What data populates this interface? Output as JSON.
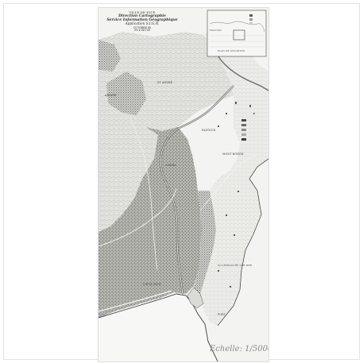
{
  "title_block": {
    "city": "VILLE DE NICE",
    "line1": "Direction Cartographie",
    "line2": "Service Information Géographique",
    "line3": "Application S.I.G.N.",
    "line4": "OCTOBRE 88",
    "line5": "No 4 84 100"
  },
  "labels": {
    "st_andre": "ST ANDRÉ",
    "ariane": "ARIANE",
    "pasteur": "PASTEUR",
    "cimiez": "CIMIEZ",
    "mont_boron": "MONT BORON",
    "villefranche": "VILLEFRANCHE SUR MER",
    "vieux_nice": "VIEUX NICE",
    "port": "PORT",
    "falicon": "FALICON",
    "inset_note": "PLAN DE SITUATION"
  },
  "scale": {
    "text": "Echelle: 1/5000"
  }
}
